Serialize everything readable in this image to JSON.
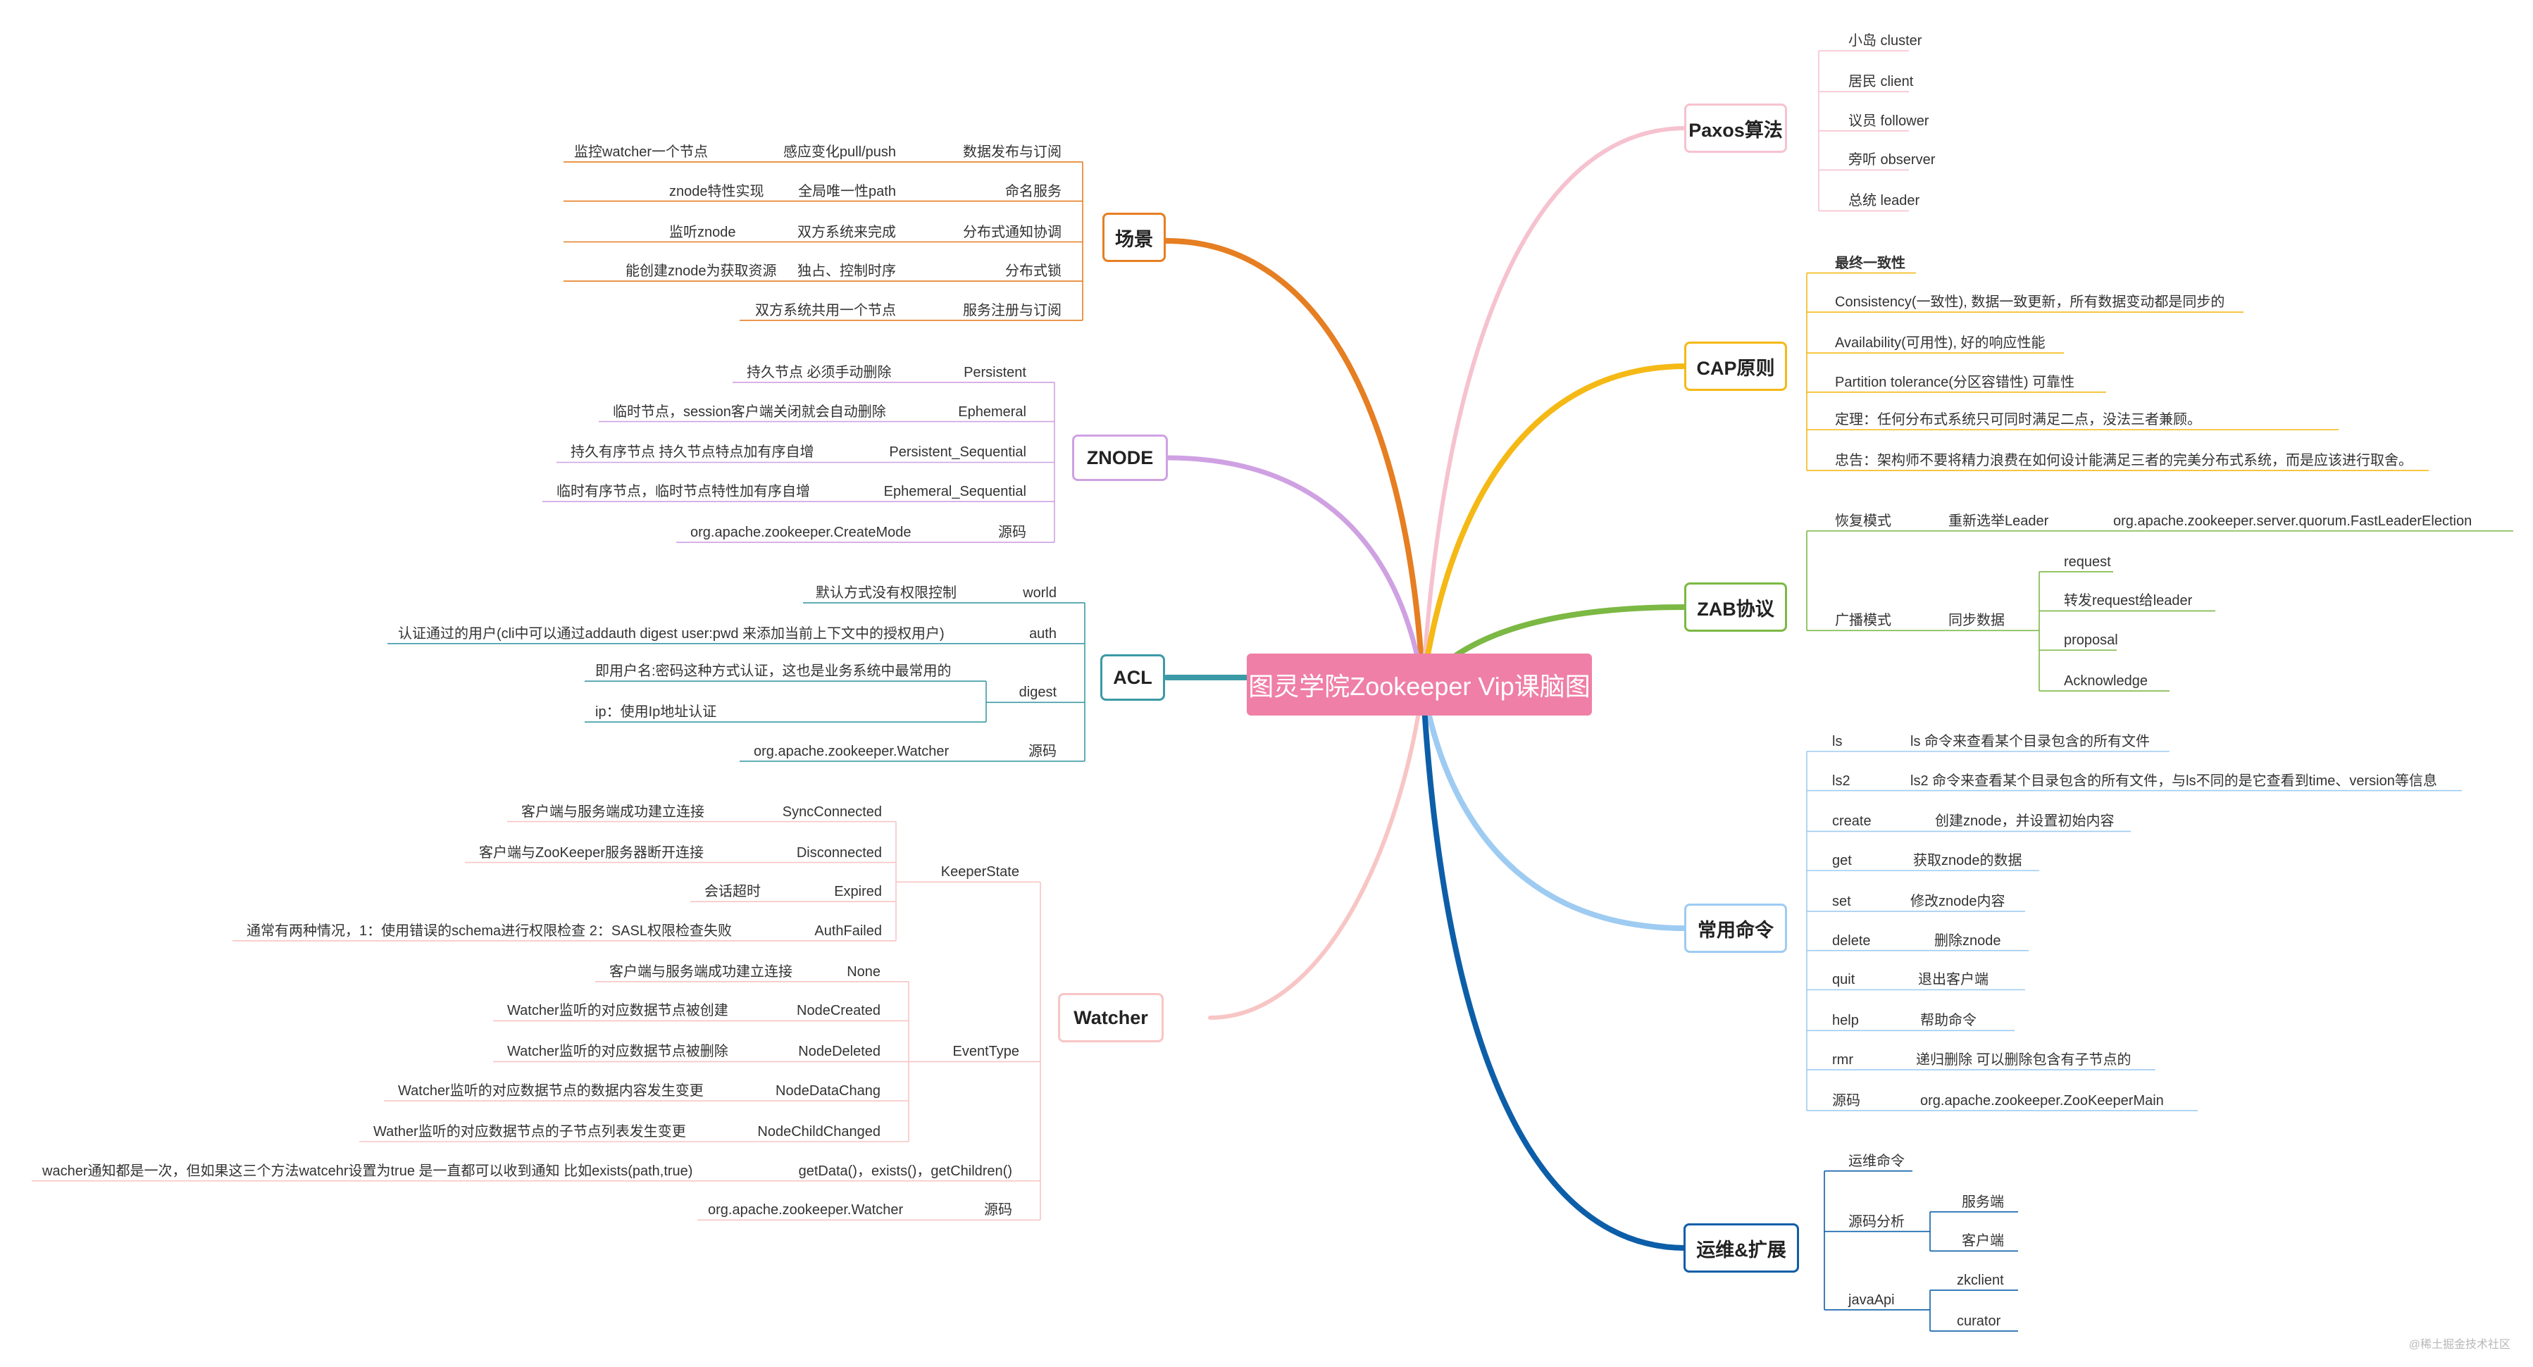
{
  "center": {
    "title": "图灵学院Zookeeper Vip课脑图"
  },
  "watermark": "@稀土掘金技术社区",
  "branches": {
    "scene": {
      "label": "场景",
      "color": "#e67e22",
      "rows": [
        [
          "监控watcher一个节点",
          "感应变化pull/push",
          "数据发布与订阅"
        ],
        [
          "znode特性实现",
          "全局唯一性path",
          "命名服务"
        ],
        [
          "监听znode",
          "双方系统来完成",
          "分布式通知协调"
        ],
        [
          "能创建znode为获取资源",
          "独占、控制时序",
          "分布式锁"
        ],
        [
          "双方系统共用一个节点",
          "服务注册与订阅"
        ]
      ]
    },
    "znode": {
      "label": "ZNODE",
      "color": "#cfa1e2",
      "rows": [
        [
          "持久节点 必须手动删除",
          "Persistent"
        ],
        [
          "临时节点，session客户端关闭就会自动删除",
          "Ephemeral"
        ],
        [
          "持久有序节点 持久节点特点加有序自增",
          "Persistent_Sequential"
        ],
        [
          "临时有序节点，临时节点特性加有序自增",
          "Ephemeral_Sequential"
        ],
        [
          "org.apache.zookeeper.CreateMode",
          "源码"
        ]
      ]
    },
    "acl": {
      "label": "ACL",
      "color": "#3b9aa6",
      "world": [
        "默认方式没有权限控制",
        "world"
      ],
      "auth": [
        "认证通过的用户(cli中可以通过addauth digest user:pwd 来添加当前上下文中的授权用户)",
        "auth"
      ],
      "digest_label": "digest",
      "digest_items": [
        "即用户名:密码这种方式认证，这也是业务系统中最常用的",
        "ip：使用Ip地址认证"
      ],
      "source": [
        "org.apache.zookeeper.Watcher",
        "源码"
      ]
    },
    "watcher": {
      "label": "Watcher",
      "color": "#f8c5c5",
      "keeper_label": "KeeperState",
      "keeper": [
        [
          "客户端与服务端成功建立连接",
          "SyncConnected"
        ],
        [
          "客户端与ZooKeeper服务器断开连接",
          "Disconnected"
        ],
        [
          "会话超时",
          "Expired"
        ],
        [
          "通常有两种情况，1：使用错误的schema进行权限检查 2：SASL权限检查失败",
          "AuthFailed"
        ]
      ],
      "event_label": "EventType",
      "event": [
        [
          "客户端与服务端成功建立连接",
          "None"
        ],
        [
          "Watcher监听的对应数据节点被创建",
          "NodeCreated"
        ],
        [
          "Watcher监听的对应数据节点被删除",
          "NodeDeleted"
        ],
        [
          "Watcher监听的对应数据节点的数据内容发生变更",
          "NodeDataChang"
        ],
        [
          "Wather监听的对应数据节点的子节点列表发生变更",
          "NodeChildChanged"
        ]
      ],
      "getdata": [
        "wacher通知都是一次，但如果这三个方法watcehr设置为true 是一直都可以收到通知 比如exists(path,true)",
        "getData()，exists()，getChildren()"
      ],
      "source": [
        "org.apache.zookeeper.Watcher",
        "源码"
      ]
    },
    "paxos": {
      "label": "Paxos算法",
      "color": "#f6c2cf",
      "items": [
        "小岛 cluster",
        "居民 client",
        "议员 follower",
        "旁听 observer",
        "总统 leader"
      ]
    },
    "cap": {
      "label": "CAP原则",
      "color": "#f5b916",
      "heading": "最终一致性",
      "items": [
        "Consistency(一致性), 数据一致更新，所有数据变动都是同步的",
        "Availability(可用性), 好的响应性能",
        "Partition tolerance(分区容错性) 可靠性",
        "定理：任何分布式系统只可同时满足二点，没法三者兼顾。",
        "忠告：架构师不要将精力浪费在如何设计能满足三者的完美分布式系统，而是应该进行取舍。"
      ]
    },
    "zab": {
      "label": "ZAB协议",
      "color": "#7cb844",
      "recovery": [
        "恢复模式",
        "重新选举Leader",
        "org.apache.zookeeper.server.quorum.FastLeaderElection"
      ],
      "broadcast": [
        "广播模式",
        "同步数据"
      ],
      "sync_items": [
        "request",
        "转发request给leader",
        "proposal",
        "Acknowledge"
      ]
    },
    "commands": {
      "label": "常用命令",
      "color": "#9ecbf2",
      "rows": [
        [
          "ls",
          "ls 命令来查看某个目录包含的所有文件"
        ],
        [
          "ls2",
          "ls2 命令来查看某个目录包含的所有文件，与ls不同的是它查看到time、version等信息"
        ],
        [
          "create",
          "创建znode，并设置初始内容"
        ],
        [
          "get",
          "获取znode的数据"
        ],
        [
          "set",
          "修改znode内容"
        ],
        [
          "delete",
          "删除znode"
        ],
        [
          "quit",
          "退出客户端"
        ],
        [
          "help",
          "帮助命令"
        ],
        [
          "rmr",
          "递归删除 可以删除包含有子节点的"
        ],
        [
          "源码",
          "org.apache.zookeeper.ZooKeeperMain"
        ]
      ]
    },
    "ops": {
      "label": "运维&扩展",
      "color": "#0d5ea8",
      "ops_cmd": "运维命令",
      "source_label": "源码分析",
      "source_items": [
        "服务端",
        "客户端"
      ],
      "api_label": "javaApi",
      "api_items": [
        "zkclient",
        "curator"
      ]
    }
  }
}
